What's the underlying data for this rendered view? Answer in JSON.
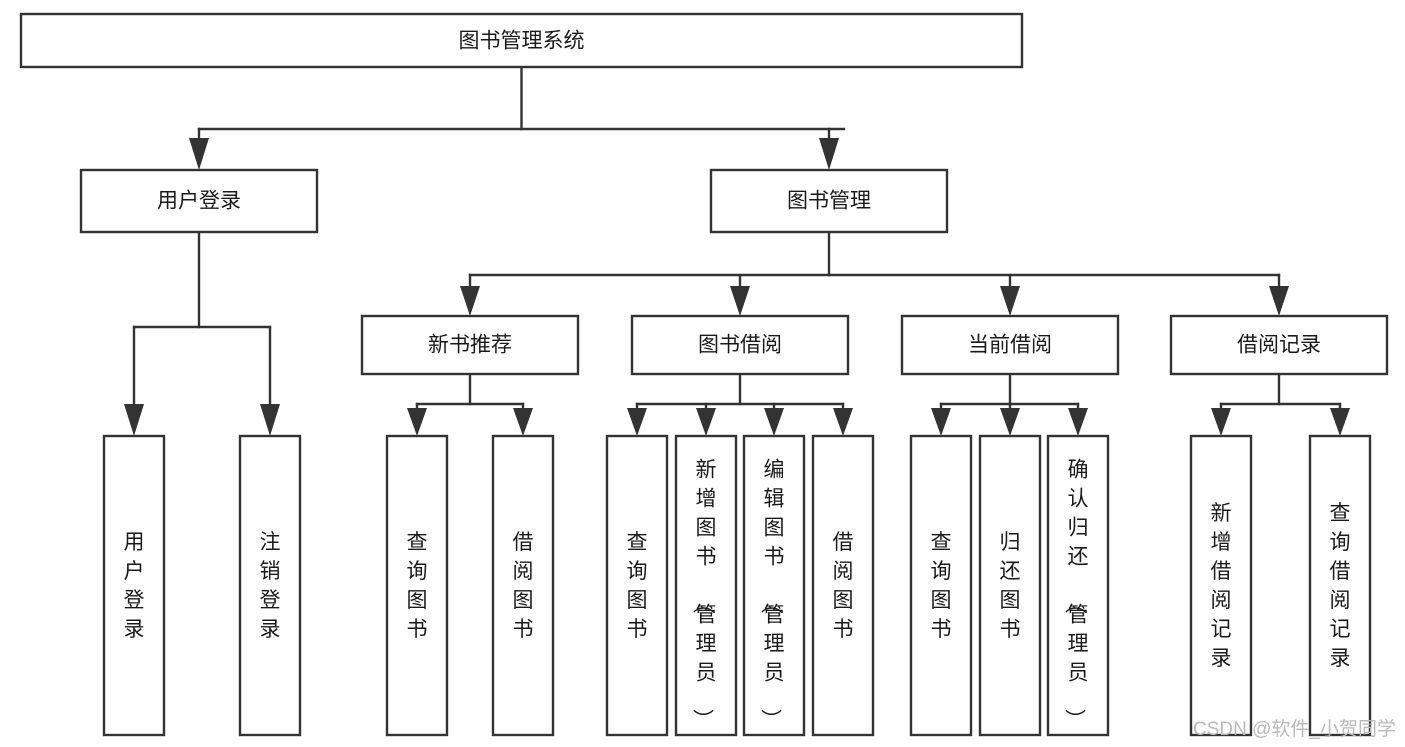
{
  "diagram": {
    "title": "图书管理系统",
    "type": "tree",
    "root": {
      "id": "root",
      "label": "图书管理系统",
      "orientation": "horizontal"
    },
    "level2": [
      {
        "id": "user-login",
        "label": "用户登录",
        "orientation": "horizontal"
      },
      {
        "id": "book-manage",
        "label": "图书管理",
        "orientation": "horizontal"
      }
    ],
    "level3": [
      {
        "id": "new-book-recommend",
        "label": "新书推荐",
        "parent": "book-manage",
        "orientation": "horizontal"
      },
      {
        "id": "book-borrow",
        "label": "图书借阅",
        "parent": "book-manage",
        "orientation": "horizontal"
      },
      {
        "id": "current-borrow",
        "label": "当前借阅",
        "parent": "book-manage",
        "orientation": "horizontal"
      },
      {
        "id": "borrow-record",
        "label": "借阅记录",
        "parent": "book-manage",
        "orientation": "horizontal"
      }
    ],
    "leaves": [
      {
        "id": "leaf-user-login",
        "label": "用户登录",
        "parent": "user-login",
        "orientation": "vertical"
      },
      {
        "id": "leaf-logout-login",
        "label": "注销登录",
        "parent": "user-login",
        "orientation": "vertical"
      },
      {
        "id": "leaf-query-book-1",
        "label": "查询图书",
        "parent": "new-book-recommend",
        "orientation": "vertical"
      },
      {
        "id": "leaf-borrow-book-1",
        "label": "借阅图书",
        "parent": "new-book-recommend",
        "orientation": "vertical"
      },
      {
        "id": "leaf-query-book-2",
        "label": "查询图书",
        "parent": "book-borrow",
        "orientation": "vertical"
      },
      {
        "id": "leaf-add-book",
        "label": "新增图书（管理员）",
        "parent": "book-borrow",
        "orientation": "vertical"
      },
      {
        "id": "leaf-edit-book",
        "label": "编辑图书（管理员）",
        "parent": "book-borrow",
        "orientation": "vertical"
      },
      {
        "id": "leaf-borrow-book-2",
        "label": "借阅图书",
        "parent": "book-borrow",
        "orientation": "vertical"
      },
      {
        "id": "leaf-query-book-3",
        "label": "查询图书",
        "parent": "current-borrow",
        "orientation": "vertical"
      },
      {
        "id": "leaf-return-book",
        "label": "归还图书",
        "parent": "current-borrow",
        "orientation": "vertical"
      },
      {
        "id": "leaf-confirm-return",
        "label": "确认归还（管理员）",
        "parent": "current-borrow",
        "orientation": "vertical"
      },
      {
        "id": "leaf-add-record",
        "label": "新增借阅记录",
        "parent": "borrow-record",
        "orientation": "vertical"
      },
      {
        "id": "leaf-query-record",
        "label": "查询借阅记录",
        "parent": "borrow-record",
        "orientation": "vertical"
      }
    ],
    "watermark": "CSDN @软件_小贺同学",
    "colors": {
      "stroke": "#333333",
      "fill": "#ffffff",
      "text": "#1a1a1a",
      "watermark": "#b9b9b9",
      "background": "#ffffff"
    }
  }
}
